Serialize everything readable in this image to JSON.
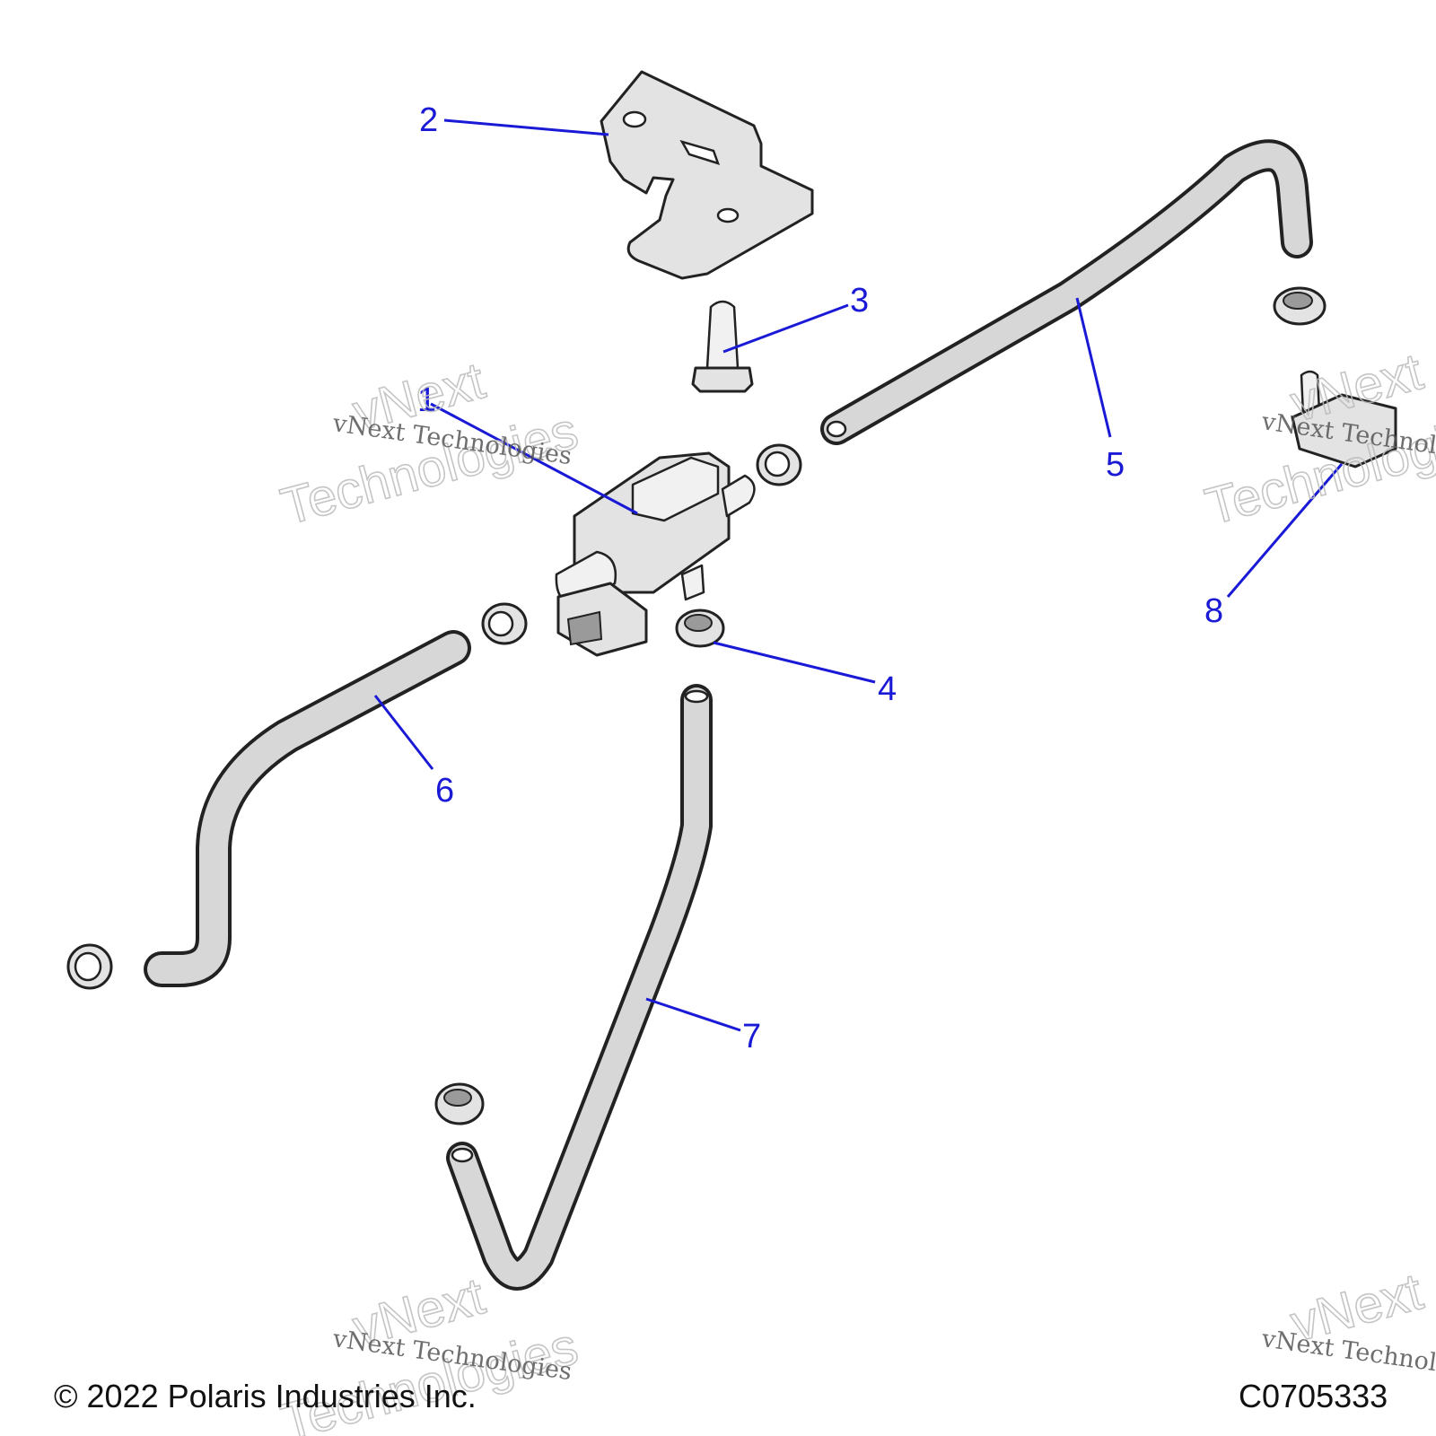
{
  "callouts": [
    {
      "id": "1",
      "label": "1"
    },
    {
      "id": "2",
      "label": "2"
    },
    {
      "id": "3",
      "label": "3"
    },
    {
      "id": "4",
      "label": "4"
    },
    {
      "id": "5",
      "label": "5"
    },
    {
      "id": "6",
      "label": "6"
    },
    {
      "id": "7",
      "label": "7"
    },
    {
      "id": "8",
      "label": "8"
    }
  ],
  "watermark": {
    "line1": "vNext Technologies",
    "line2": "vNext",
    "line3": "Technologies"
  },
  "footer": {
    "copyright": "© 2022 Polaris Industries Inc.",
    "code": "C0705333"
  },
  "colors": {
    "callout": "#1a1ad6",
    "part_fill": "#e3e3e3",
    "outline": "#222222"
  }
}
